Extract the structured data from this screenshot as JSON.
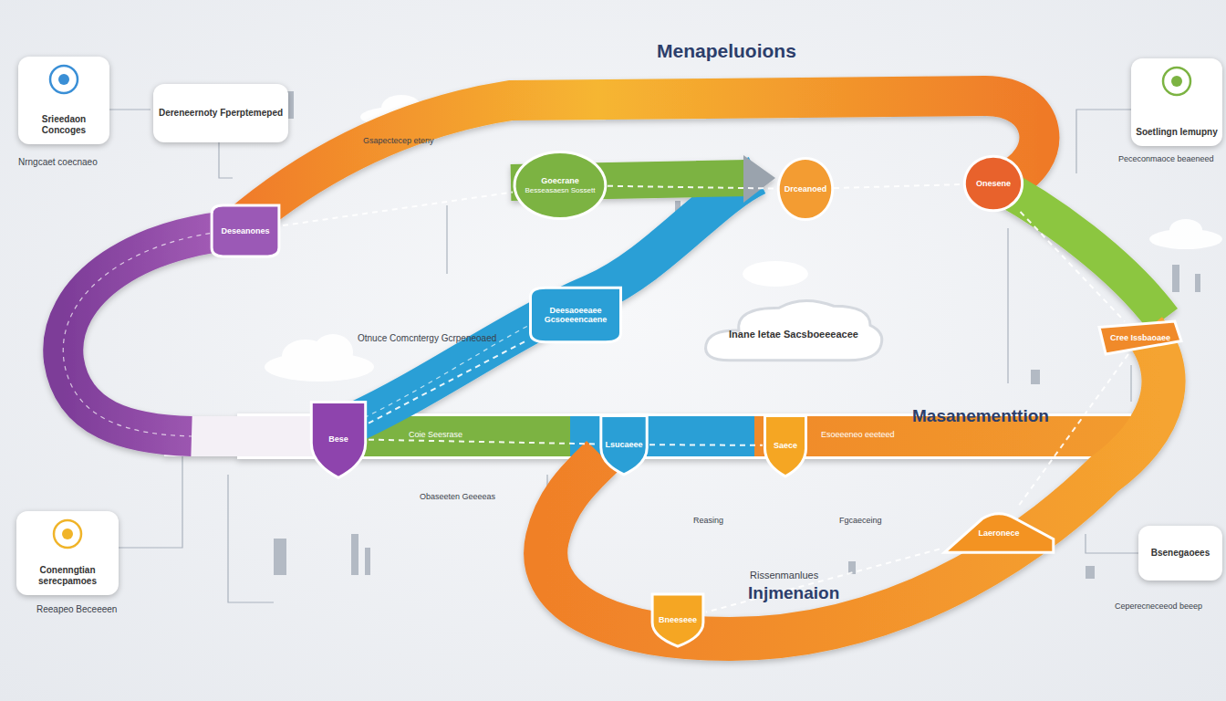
{
  "diagram": {
    "title": "Menapeluoions",
    "nodes": [
      {
        "text": [
          "Srieedaon Concoges"
        ]
      },
      {
        "text": [
          "Dereneernoty Fperptemeped"
        ]
      },
      {
        "text": [
          "Soetlingn Iemupny"
        ]
      },
      {
        "text": [
          "Deseanones"
        ]
      },
      {
        "text": [
          "Goecrane",
          "Besseasaesn Sossett"
        ]
      },
      {
        "text": [
          "Drceanoed"
        ]
      },
      {
        "text": [
          "Onesene"
        ]
      },
      {
        "text": [
          "Deesaoeeaee Gcsoeeencaene"
        ]
      },
      {
        "text": [
          "Inane Ietae Sacsboeeeacee"
        ]
      },
      {
        "text": [
          "Bese"
        ]
      },
      {
        "text": [
          "Lsucaeee"
        ]
      },
      {
        "text": [
          "Saece"
        ]
      },
      {
        "text": [
          "Laeronece"
        ]
      },
      {
        "text": [
          "Bneeseee"
        ]
      },
      {
        "text": [
          "Cree Issbaoaee"
        ]
      },
      {
        "text": [
          "Conenngtian serecpamoes"
        ]
      },
      {
        "text": [
          "Bsenegaoees"
        ]
      }
    ],
    "edges": [
      {
        "from": 3,
        "to": 4,
        "arrow": "none"
      },
      {
        "from": 4,
        "to": 5,
        "arrow": "none"
      },
      {
        "from": 5,
        "to": 6,
        "arrow": "none"
      },
      {
        "from": 6,
        "to": 14,
        "arrow": "none"
      },
      {
        "from": 14,
        "to": 12,
        "arrow": "none"
      },
      {
        "from": 12,
        "to": 13,
        "arrow": "none"
      },
      {
        "from": 9,
        "to": 10,
        "arrow": "none"
      },
      {
        "from": 10,
        "to": 11,
        "arrow": "none"
      },
      {
        "from": 9,
        "to": 7,
        "arrow": "none"
      }
    ],
    "labels": [
      "Nrngcaet coecnaeo",
      "Masanementtion",
      "Rissenmanlues",
      "Injmenaion",
      "Otnuce Comcntergy Gcrpeneoaed",
      "Gsapectecep eteny",
      "Pececonmaoce beaeneed",
      "Reasing",
      "Fgcaeceing",
      "Coie Seesrase",
      "Obaseeten Geeeeas",
      "Reeapeo Beceeeen",
      "Ceperecneceeod beeep",
      "Esoeeeneo eeeteed"
    ]
  }
}
